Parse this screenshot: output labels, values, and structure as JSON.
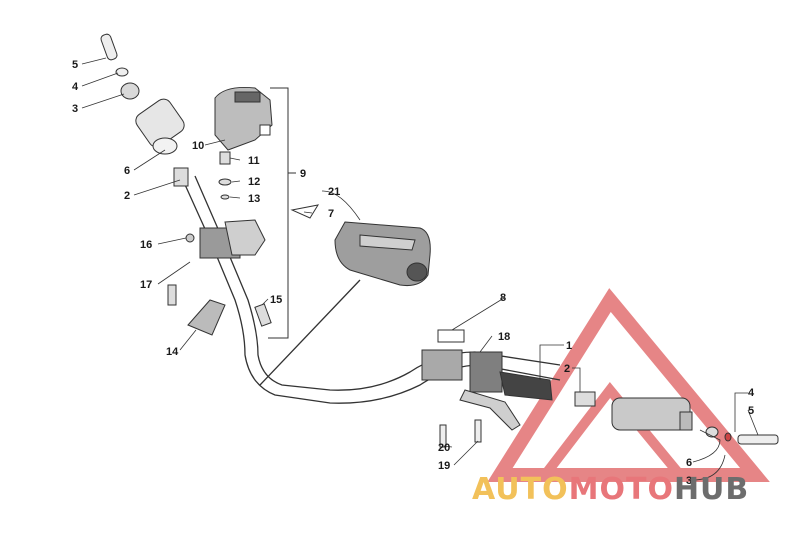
{
  "diagram": {
    "callouts": [
      "5",
      "4",
      "3",
      "6",
      "2",
      "10",
      "11",
      "12",
      "13",
      "9",
      "21",
      "7",
      "16",
      "17",
      "15",
      "14",
      "8",
      "18",
      "1",
      "2",
      "4",
      "5",
      "6",
      "3",
      "20",
      "19"
    ]
  },
  "watermark": {
    "brand_part1": "AUTO",
    "brand_part2": "MOTO",
    "brand_part3": "HUB",
    "colors": {
      "auto": "#f2c15a",
      "moto": "#e8767a",
      "hub": "#6d6d6d",
      "triangle": "#e27071"
    }
  }
}
